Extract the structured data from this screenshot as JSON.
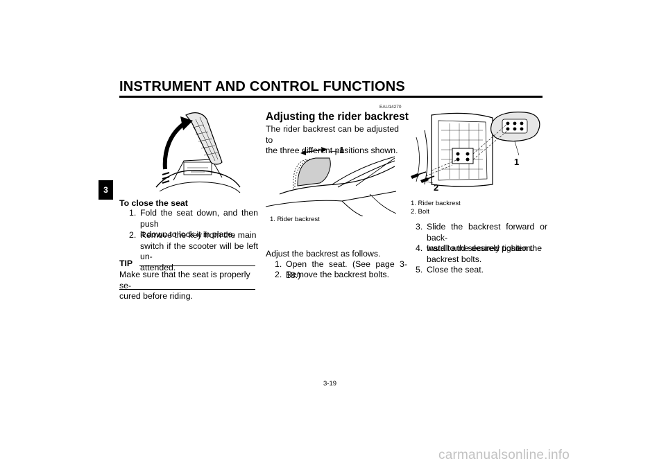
{
  "header": {
    "title": "INSTRUMENT AND CONTROL FUNCTIONS",
    "chapter_tab": "3"
  },
  "left": {
    "heading": "To close the seat",
    "steps": [
      {
        "num": "1.",
        "lines": [
          "Fold the seat down, and then push",
          "it down to lock it in place."
        ]
      },
      {
        "num": "2.",
        "lines": [
          "Remove the key from the main",
          "switch if the scooter will be left un-",
          "attended."
        ]
      }
    ],
    "tip": {
      "label": "TIP",
      "lines": [
        "Make sure that the seat is properly se-",
        "cured before riding."
      ]
    }
  },
  "middle": {
    "code": "EAU14270",
    "title": "Adjusting the rider backrest",
    "intro": [
      "The rider backrest can be adjusted to",
      "the three different positions shown."
    ],
    "figure_callout": "1",
    "caption": "1. Rider backrest",
    "adjust_intro": "Adjust the backrest as follows.",
    "steps": [
      {
        "num": "1.",
        "text": "Open the seat. (See page 3-18.)"
      },
      {
        "num": "2.",
        "text": "Remove the backrest bolts."
      }
    ]
  },
  "right": {
    "figure_callouts": [
      "1",
      "2"
    ],
    "captions": [
      "1. Rider backrest",
      "2. Bolt"
    ],
    "steps": [
      {
        "num": "3.",
        "lines": [
          "Slide the backrest forward or back-",
          "ward to the desired position."
        ]
      },
      {
        "num": "4.",
        "lines": [
          "Install and securely tighten the",
          "backrest bolts."
        ]
      },
      {
        "num": "5.",
        "lines": [
          "Close the seat."
        ]
      }
    ]
  },
  "footer": {
    "page_number": "3-19",
    "watermark": "carmanualsonline.info"
  }
}
